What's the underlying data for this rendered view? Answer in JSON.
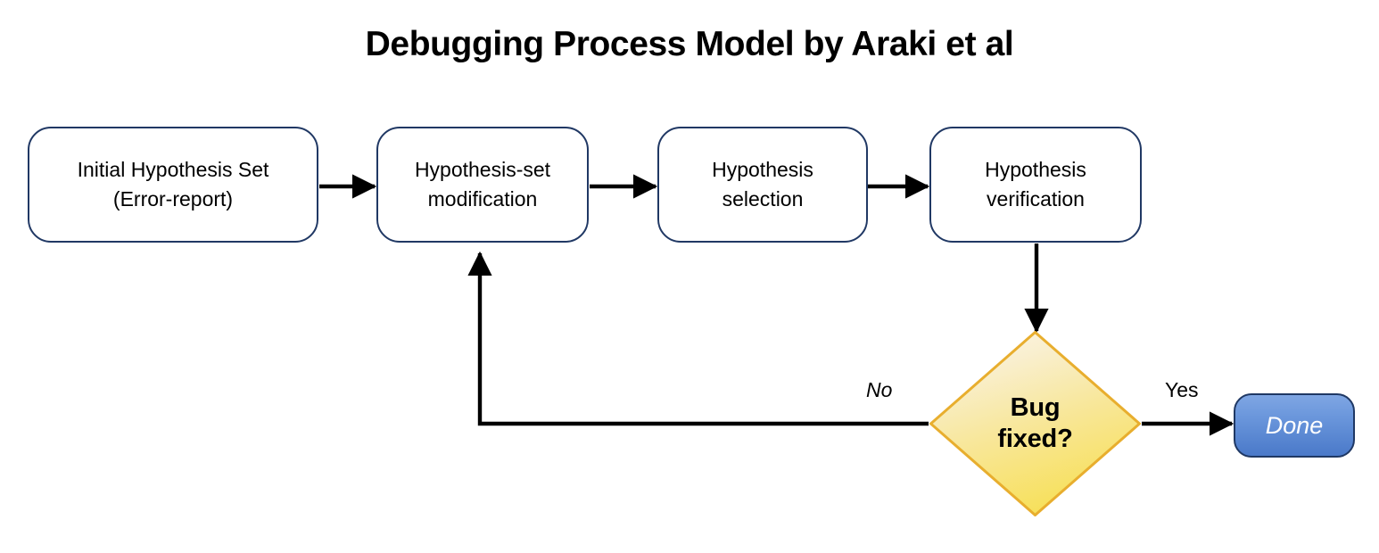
{
  "title": "Debugging Process Model by Araki et al",
  "colors": {
    "process_border": "#203864",
    "process_fill": "#FFFFFF",
    "decision_fill_top": "#FBF3DC",
    "decision_fill_bottom": "#F7E15C",
    "decision_border": "#E8AE2E",
    "terminal_fill_top": "#7FA6E3",
    "terminal_fill_bottom": "#4A79C9",
    "terminal_border": "#1F3864",
    "edge_color": "#000000",
    "text_color": "#000000",
    "terminal_text": "#FFFFFF"
  },
  "nodes": {
    "process_1": {
      "line1": "Initial Hypothesis Set",
      "line2": "(Error-report)"
    },
    "process_2": {
      "line1": "Hypothesis-set",
      "line2": "modification"
    },
    "process_3": {
      "line1": "Hypothesis",
      "line2": "selection"
    },
    "process_4": {
      "line1": "Hypothesis",
      "line2": "verification"
    },
    "decision": {
      "line1": "Bug",
      "line2": "fixed?"
    },
    "terminal": {
      "label": "Done"
    }
  },
  "edges": {
    "no_label": "No",
    "yes_label": "Yes"
  }
}
